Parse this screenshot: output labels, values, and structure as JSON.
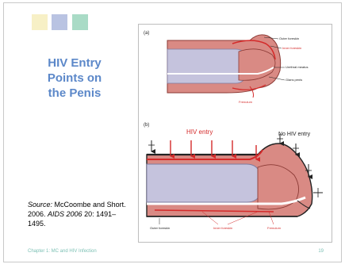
{
  "title": "HIV Entry Points on the Penis",
  "title_lines": [
    "HIV Entry",
    "Points on",
    "the Penis"
  ],
  "source": {
    "label": "Source:",
    "authors": " McCoombe and Short. 2006. ",
    "journal": "AIDS 2006",
    "rest": " 20: 1491–1495."
  },
  "footer": "Chapter 1: MC and HIV Infection",
  "page_number": "19",
  "figure": {
    "panel_a_label": "(a)",
    "panel_b_label": "(b)",
    "a_labels": {
      "outer_foreskin": "Outer foreskin",
      "inner_foreskin": "Inner foreskin",
      "urethral_meatus": "Urethral meatus",
      "glans_penis": "Glans penis",
      "frenulum": "Frenulum"
    },
    "b_labels": {
      "hiv_entry": "HIV  entry",
      "no_hiv_entry": "No HIV entry",
      "outer_foreskin": "Outer foreskin",
      "inner_foreskin": "Inner foreskin",
      "frenulum": "Frenulum"
    }
  },
  "colors": {
    "title": "#5c88c9",
    "footer": "#7cc0b4",
    "hiv_red": "#d42a2a",
    "tissue_pink": "#d98a84",
    "shaft_lilac": "#c5c3dd"
  }
}
